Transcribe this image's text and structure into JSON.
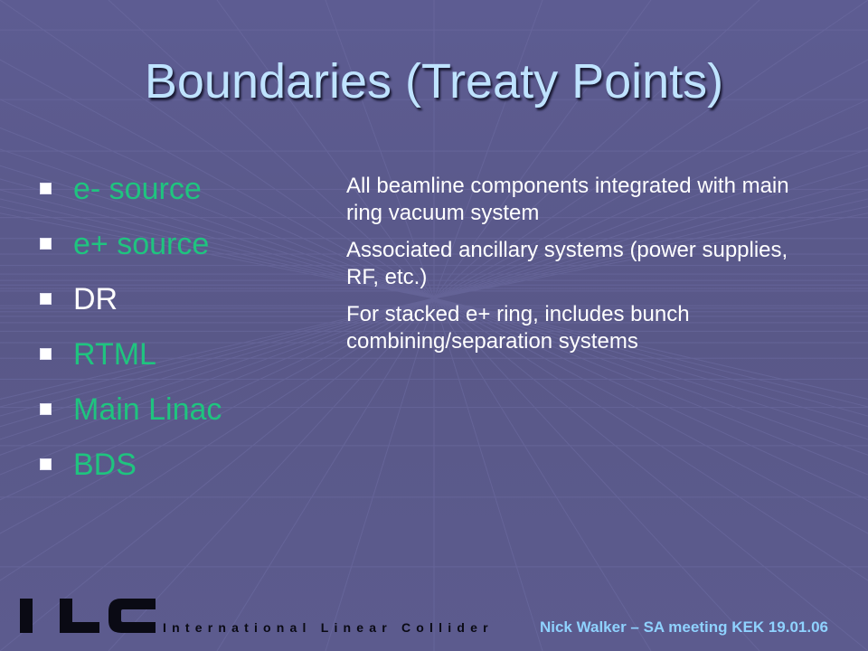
{
  "slide": {
    "title": "Boundaries (Treaty Points)",
    "bullets": [
      {
        "text": "e- source",
        "color": "#1fc47f"
      },
      {
        "text": "e+ source",
        "color": "#1fc47f"
      },
      {
        "text": "DR",
        "color": "#ffffff"
      },
      {
        "text": "RTML",
        "color": "#1fc47f"
      },
      {
        "text": "Main Linac",
        "color": "#1fc47f"
      },
      {
        "text": "BDS",
        "color": "#1fc47f"
      }
    ],
    "notes": [
      "All beamline components integrated with main ring vacuum system",
      "Associated ancillary systems (power supplies, RF, etc.)",
      "For stacked e+ ring, includes bunch combining/separation systems"
    ]
  },
  "logo": {
    "letters": "ILC",
    "tagline": "International Linear Collider"
  },
  "footer": "Nick Walker – SA meeting KEK 19.01.06",
  "colors": {
    "background": "#5c5b8f",
    "title": "#bfe3ff",
    "accent_green": "#1fc47f",
    "footer": "#8fd2ff"
  }
}
